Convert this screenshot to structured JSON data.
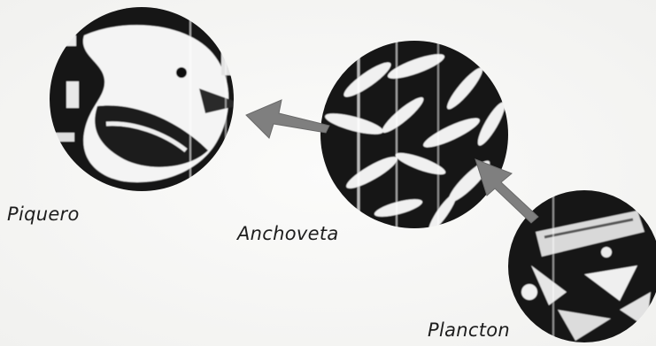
{
  "nodes": [
    {
      "id": "piquero",
      "label": "Piquero"
    },
    {
      "id": "anchoveta",
      "label": "Anchoveta"
    },
    {
      "id": "plancton",
      "label": "Plancton"
    }
  ],
  "edges": [
    {
      "from": "anchoveta",
      "to": "piquero"
    },
    {
      "from": "plancton",
      "to": "anchoveta"
    }
  ],
  "colors": {
    "arrow": "#7f7f7f",
    "photo_dark": "#141414",
    "photo_light": "#f2f2f2",
    "text": "#1d1d1d"
  }
}
